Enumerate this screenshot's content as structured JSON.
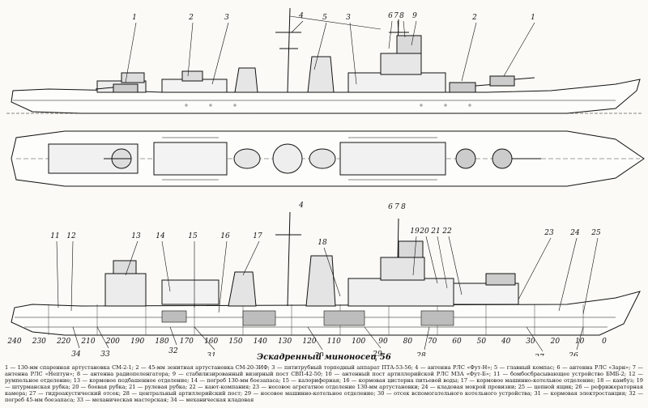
{
  "caption": {
    "title": "Эскадренный миноносец 56",
    "legend": "1 — 130-мм спаренная артустановка СМ-2-1; 2 — 45-мм зенитная артустановка СМ-20-ЗИФ; 3 — пятитрубный торпедный аппарат ПТА-53-56; 4 — антенна РЛС «Фут-Н»; 5 — главный компас; 6 — антенна РЛС «Зарн»; 7 — антенна РЛС «Нептун»; 8 — антенна радиопеленгатора; 9 — стабилизированный визирный пост СВП-42-50; 10 — антенный пост артиллерийской РЛС МЗА «Фут-Б»; 11 — бомбосбрасывающее устройство БМБ-2; 12 — румпельное отделение; 13 — кормовое подбашенное отделение; 14 — погреб 130-мм боезапаса; 15 — калориферная; 16 — кормовая цистерна питьевой воды; 17 — кормовое машинно-котельное отделение; 18 — камбуз; 19 — штурманская рубка; 20 — боевая рубка; 21 — рулевая рубка; 22 — кают-компания; 23 — носовое агрегатное отделение 130-мм артустановки; 24 — кладовая мокрой провизии; 25 — цепной ящик; 26 — рефрижераторная камера; 27 — гидроакустический отсек; 28 — центральный артиллерийский пост; 29 — носовое машинно-котельное отделение; 30 — отсек вспомогательного котельного устройства; 31 — кормовая электростанция; 32 — погреб 45-мм боезапаса; 33 — механическая мастерская; 34 — механическая кладовая"
  },
  "callouts": {
    "profile": [
      "1",
      "2",
      "3",
      "4",
      "5",
      "3",
      "6",
      "7",
      "8",
      "9",
      "2",
      "1"
    ],
    "section_top": [
      "4",
      "6",
      "7",
      "8"
    ],
    "section": [
      "11",
      "12",
      "13",
      "14",
      "15",
      "16",
      "17",
      "18",
      "19",
      "20",
      "21",
      "22",
      "23",
      "24",
      "25"
    ],
    "section_bottom": [
      "34",
      "33",
      "32",
      "31",
      "30",
      "29",
      "28",
      "27",
      "26"
    ],
    "frames": [
      "240",
      "230",
      "220",
      "210",
      "200",
      "190",
      "180",
      "170",
      "160",
      "150",
      "140",
      "130",
      "120",
      "110",
      "100",
      "90",
      "80",
      "70",
      "60",
      "50",
      "40",
      "30",
      "20",
      "10",
      "0"
    ]
  },
  "colors": {
    "ink": "#111111",
    "paper": "#fbfaf6",
    "hatch": "#555555"
  }
}
